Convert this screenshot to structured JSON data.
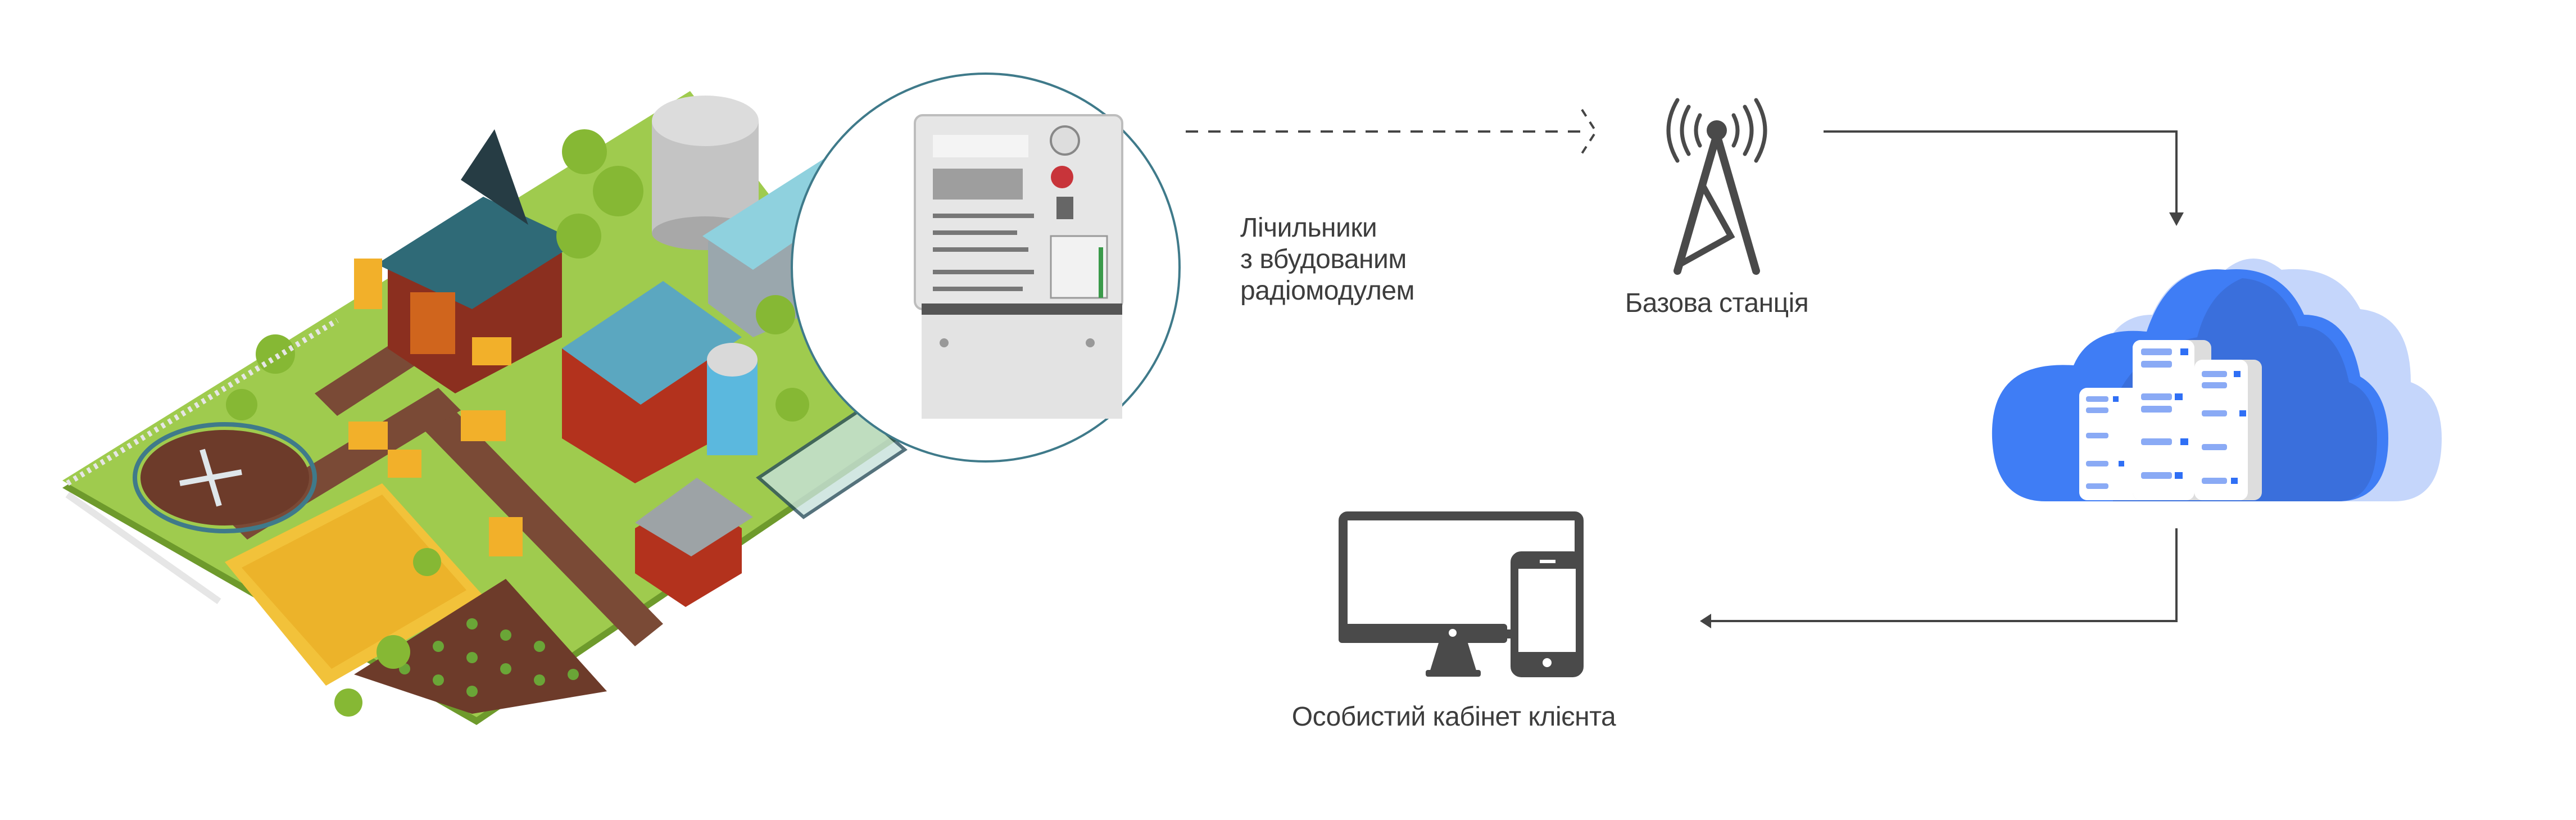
{
  "meter_label": {
    "line1": "Лічильники",
    "line2": "з вбудованим",
    "line3": "радіомодулем"
  },
  "base_station_label": "Базова станція",
  "client_label": "Особистий кабінет клієнта",
  "icons": {
    "farm": "farm-illustration",
    "meter": "electricity-meter",
    "tower": "radio-tower-icon",
    "cloud": "cloud-server-icon",
    "devices": "monitor-phone-icon"
  },
  "colors": {
    "line": "#444444",
    "circle": "#3f7a8a",
    "cloud_dark": "#3a72e0",
    "cloud_light": "#c5d6fb",
    "grass": "#8cbf3f"
  }
}
